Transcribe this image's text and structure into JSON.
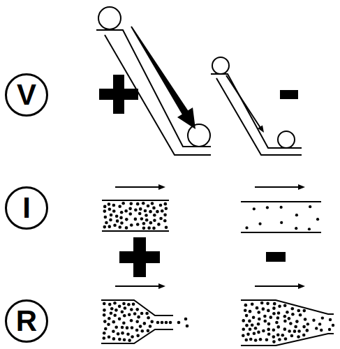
{
  "diagram": {
    "nodes": [
      {
        "text": [
          "V"
        ]
      },
      {
        "text": [
          "I"
        ]
      },
      {
        "text": [
          "R"
        ]
      }
    ]
  }
}
